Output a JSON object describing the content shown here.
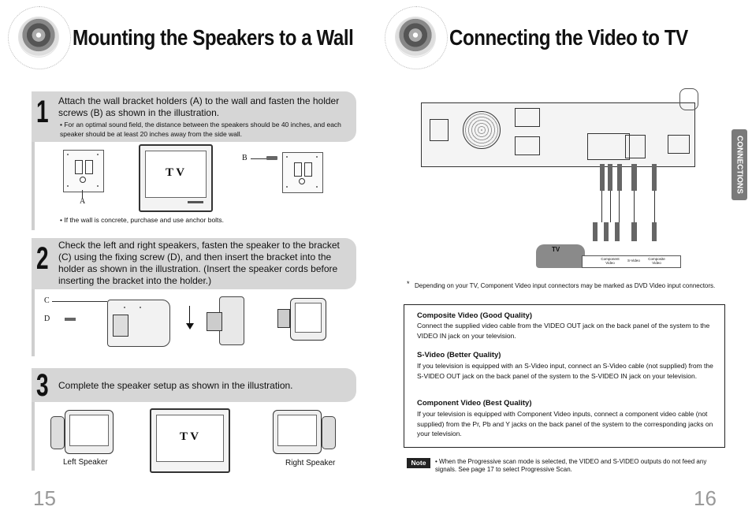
{
  "left_page": {
    "title": "Mounting the Speakers to a Wall",
    "step1": {
      "number": "1",
      "text": "Attach the wall bracket holders (A) to the wall and fasten the holder screws (B) as shown in the illustration.",
      "bullet": "• For an optimal sound field, the distance between the speakers should be 40 inches, and each speaker should be at least 20 inches away from the side wall.",
      "tv_label": "T V",
      "label_a": "A",
      "label_b": "B",
      "footnote": "•  If the wall is concrete, purchase and use anchor bolts."
    },
    "step2": {
      "number": "2",
      "text": "Check the left and right speakers, fasten the speaker to the bracket (C) using the fixing screw (D), and then insert the bracket into the holder as shown in the illustration. (Insert the speaker cords before inserting the bracket into the holder.)",
      "label_c": "C",
      "label_d": "D"
    },
    "step3": {
      "number": "3",
      "text": "Complete the speaker setup as shown in the illustration.",
      "tv_label": "T V",
      "left_caption": "Left Speaker",
      "right_caption": "Right Speaker"
    },
    "page_number": "15"
  },
  "right_page": {
    "title": "Connecting the Video to TV",
    "side_tab": "CONNECTIONS",
    "tv_label": "TV",
    "tv_inputs": [
      "Component Video",
      "S-Video",
      "Composite Video"
    ],
    "asterisk_note": "Depending on your TV, Component Video input connectors may be marked as DVD Video input connectors.",
    "asterisk": "*",
    "qualities": [
      {
        "heading": "Composite Video (Good Quality)",
        "body": "Connect the supplied video cable from the VIDEO OUT jack on the back panel of the system to the VIDEO IN jack on your television."
      },
      {
        "heading": "S-Video (Better Quality)",
        "body": "If you television is equipped with an S-Video input, connect an S-Video cable (not supplied) from the S-VIDEO OUT jack on the back panel of the system to the S-VIDEO IN jack on your television."
      },
      {
        "heading": "Component Video (Best Quality)",
        "body": "If your television is equipped with Component Video inputs, connect a component video cable (not supplied) from the Pr, Pb and Y jacks on the back panel of the system to the corresponding jacks on your television."
      }
    ],
    "note_badge": "Note",
    "note_text": "• When the Progressive scan mode is selected, the VIDEO and S-VIDEO outputs do not feed any signals. See page 17 to select Progressive Scan.",
    "page_number": "16"
  }
}
